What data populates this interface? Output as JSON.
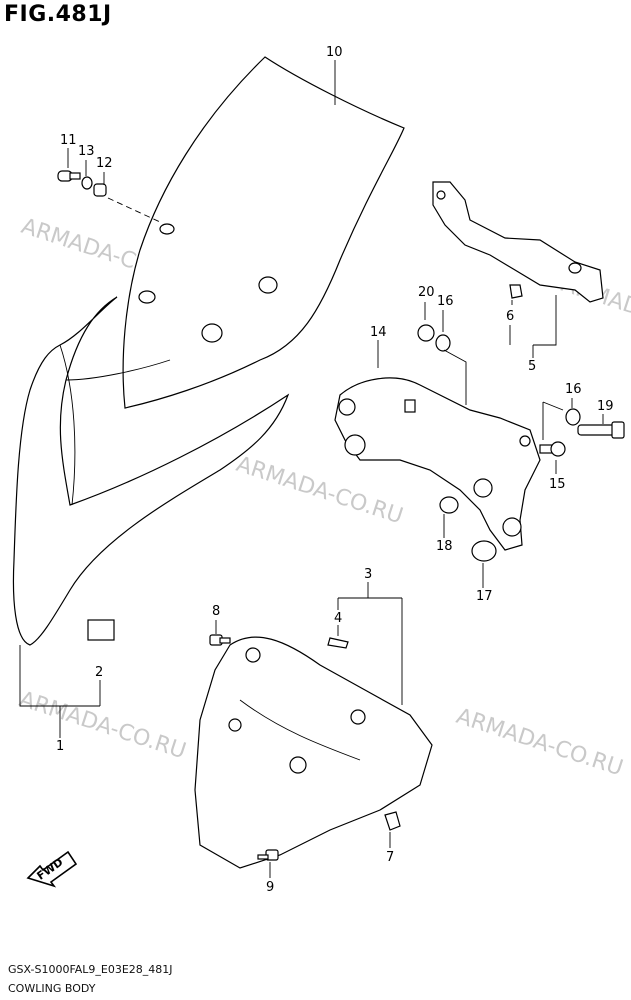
{
  "figure": {
    "title": "FIG.481J",
    "code": "GSX-S1000FAL9_E03E28_481J",
    "caption": "COWLING BODY"
  },
  "watermark": "ARMADA-CO.RU",
  "fwd_label": "FWD",
  "callouts": [
    "1",
    "2",
    "3",
    "4",
    "5",
    "6",
    "7",
    "8",
    "9",
    "10",
    "11",
    "12",
    "13",
    "14",
    "15",
    "16",
    "17",
    "18",
    "19",
    "20"
  ]
}
